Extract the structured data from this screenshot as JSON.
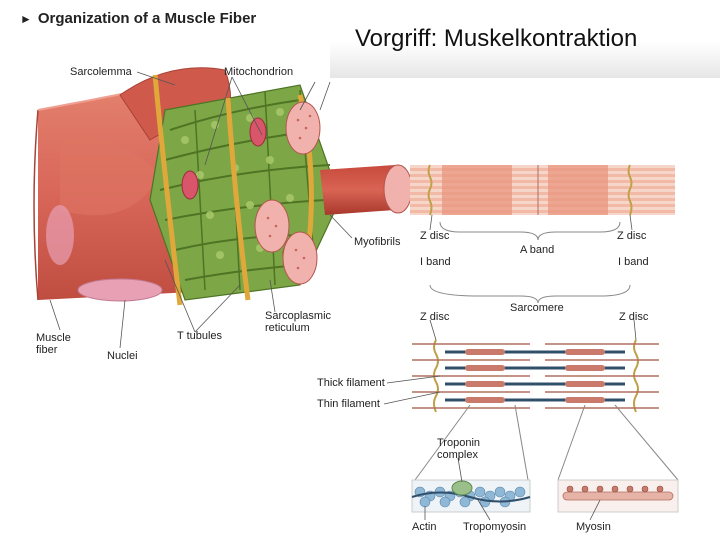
{
  "header": {
    "title": "Organization of a Muscle Fiber"
  },
  "slide_title": "Vorgriff: Muskelkontraktion",
  "labels": {
    "sarcolemma": "Sarcolemma",
    "mitochondrion": "Mitochondrion",
    "myofibrils": "Myofibrils",
    "muscle_fiber_1": "Muscle",
    "muscle_fiber_2": "fiber",
    "nuclei": "Nuclei",
    "t_tubules": "T tubules",
    "sr_1": "Sarcoplasmic",
    "sr_2": "reticulum",
    "z_disc_left": "Z disc",
    "z_disc_right": "Z disc",
    "a_band": "A band",
    "i_band_left": "I band",
    "i_band_right": "I band",
    "sarcomere": "Sarcomere",
    "z_disc_left_2": "Z disc",
    "z_disc_right_2": "Z disc",
    "thick_filament": "Thick filament",
    "thin_filament": "Thin filament",
    "troponin_1": "Troponin",
    "troponin_2": "complex",
    "actin": "Actin",
    "tropomyosin": "Tropomyosin",
    "myosin": "Myosin"
  },
  "colors": {
    "muscle": "#d9675a",
    "muscle_dark": "#b8453c",
    "sr_green": "#6f9a3a",
    "t_tubule": "#e0a83a",
    "band_light": "#f6d6c8",
    "band_dark": "#e89c84",
    "thick": "#2f4f6a",
    "thin": "#b27060",
    "zdisc": "#c0a048",
    "actin_bead": "#8fb7d6",
    "myosin": "#c97a6a"
  }
}
